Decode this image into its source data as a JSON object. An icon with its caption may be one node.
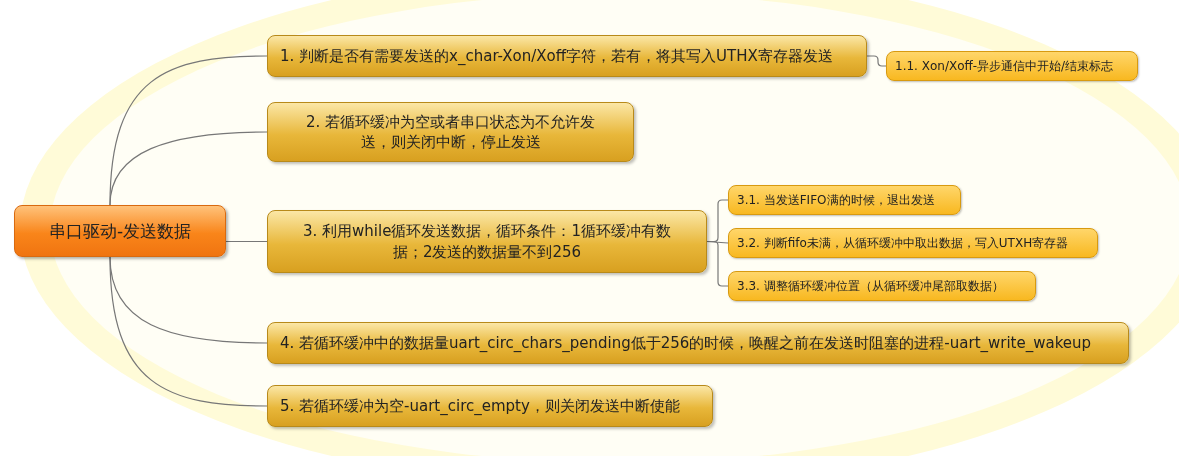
{
  "diagram": {
    "nodes": [
      {
        "text": [
          "串口驱动-发送数据"
        ]
      },
      {
        "text": [
          "1. 判断是否有需要发送的x_char-Xon/Xoff字符，若有，将其写入UTHX寄存器发送"
        ]
      },
      {
        "text": [
          "1.1. Xon/Xoff-异步通信中开始/结束标志"
        ]
      },
      {
        "text": [
          "2. 若循环缓冲为空或者串口状态为不允许发送，则关闭中断，停止发送"
        ]
      },
      {
        "text": [
          "3. 利用while循环发送数据，循环条件：1循环缓冲有数据；2发送的数据量不到256"
        ]
      },
      {
        "text": [
          "3.1. 当发送FIFO满的时候，退出发送"
        ]
      },
      {
        "text": [
          "3.2. 判断fifo未满，从循环缓冲中取出数据，写入UTXH寄存器"
        ]
      },
      {
        "text": [
          "3.3. 调整循环缓冲位置（从循环缓冲尾部取数据）"
        ]
      },
      {
        "text": [
          "4. 若循环缓冲中的数据量uart_circ_chars_pending低于256的时候，唤醒之前在发送时阻塞的进程-uart_write_wakeup"
        ]
      },
      {
        "text": [
          "5. 若循环缓冲为空-uart_circ_empty，则关闭发送中断使能"
        ]
      }
    ],
    "edges": [
      {
        "from": 0,
        "to": 1,
        "arrow": "none"
      },
      {
        "from": 1,
        "to": 2,
        "arrow": "none"
      },
      {
        "from": 0,
        "to": 3,
        "arrow": "none"
      },
      {
        "from": 0,
        "to": 4,
        "arrow": "none"
      },
      {
        "from": 4,
        "to": 5,
        "arrow": "none"
      },
      {
        "from": 4,
        "to": 6,
        "arrow": "none"
      },
      {
        "from": 4,
        "to": 7,
        "arrow": "none"
      },
      {
        "from": 0,
        "to": 8,
        "arrow": "none"
      },
      {
        "from": 0,
        "to": 9,
        "arrow": "none"
      }
    ]
  }
}
